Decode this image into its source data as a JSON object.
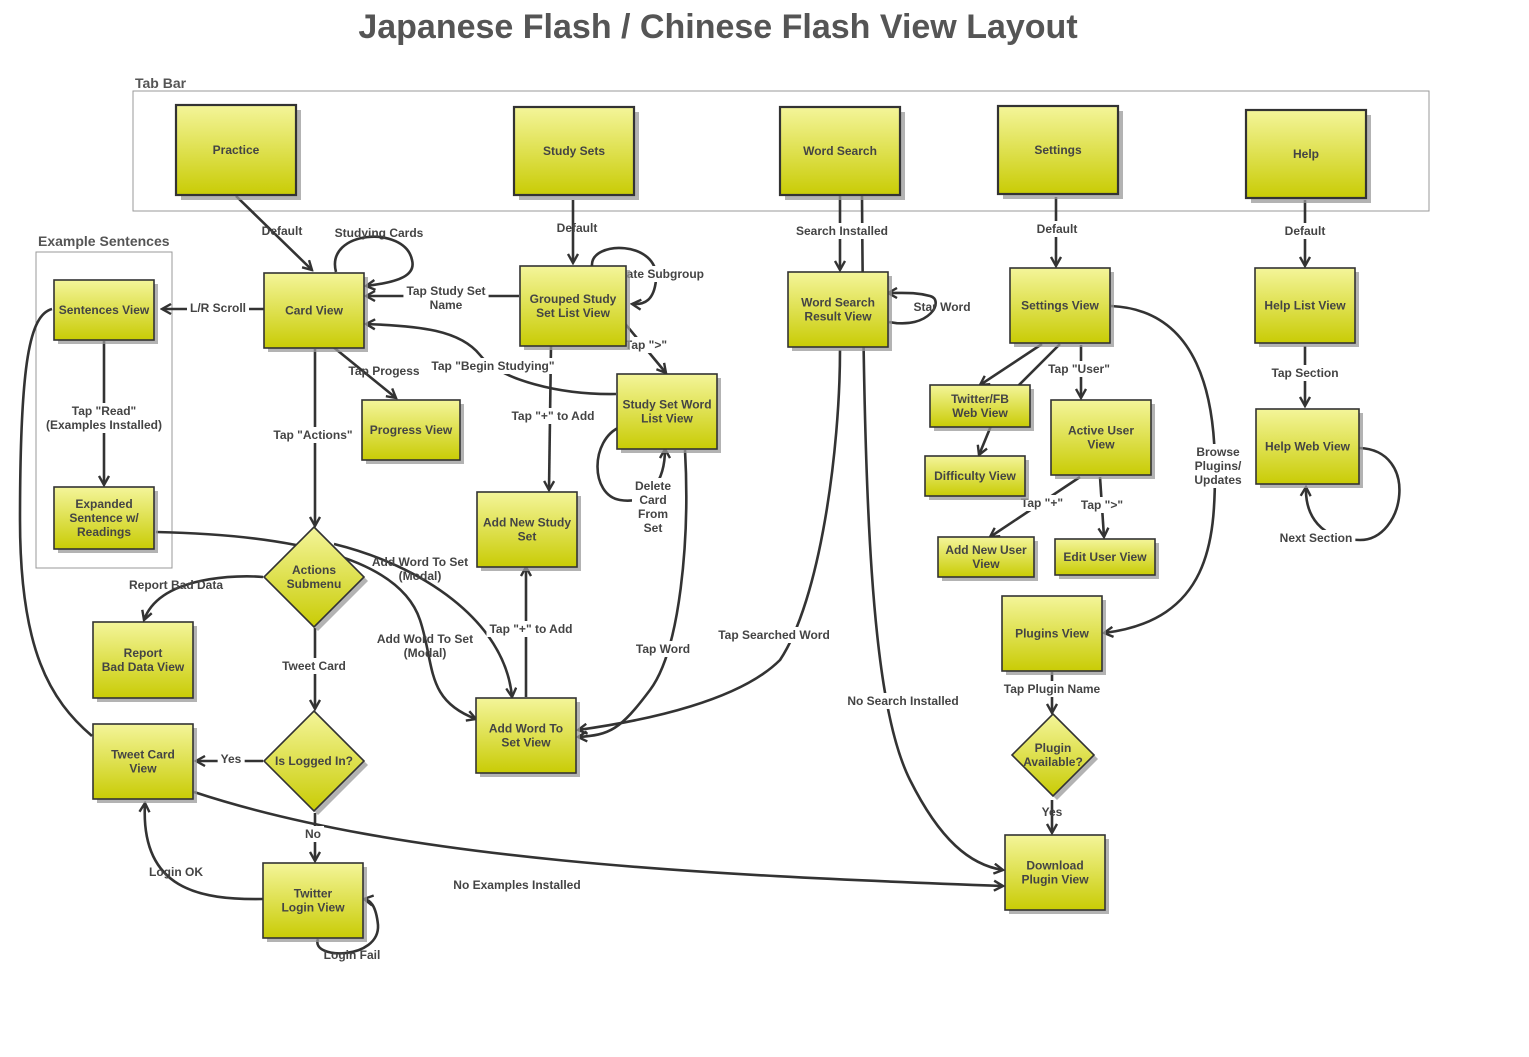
{
  "title": "Japanese Flash / Chinese Flash View Layout",
  "groups": {
    "tab_bar": "Tab Bar",
    "example_sentences": "Example Sentences"
  },
  "colors": {
    "node_fill_top": "#f4f59a",
    "node_fill_bottom": "#c9cc05",
    "node_border": "#333333",
    "shadow": "#999999",
    "text": "#444444",
    "title": "#555555"
  },
  "nodes": {
    "practice": [
      "Practice"
    ],
    "study_sets": [
      "Study Sets"
    ],
    "word_search": [
      "Word Search"
    ],
    "settings": [
      "Settings"
    ],
    "help": [
      "Help"
    ],
    "sentences_view": [
      "Sentences View"
    ],
    "card_view": [
      "Card View"
    ],
    "expanded_sentence": [
      "Expanded",
      "Sentence w/",
      "Readings"
    ],
    "progress_view": [
      "Progress View"
    ],
    "actions_submenu": [
      "Actions",
      "Submenu"
    ],
    "report_bad_data": [
      "Report",
      "Bad Data View"
    ],
    "is_logged_in": [
      "Is Logged In?"
    ],
    "tweet_card": [
      "Tweet Card",
      "View"
    ],
    "twitter_login": [
      "Twitter",
      "Login View"
    ],
    "grouped_study": [
      "Grouped Study",
      "Set List View"
    ],
    "study_set_word": [
      "Study Set Word",
      "List View"
    ],
    "add_new_study_set": [
      "Add New Study",
      "Set"
    ],
    "add_word_to_set": [
      "Add Word To",
      "Set View"
    ],
    "word_search_result": [
      "Word Search",
      "Result View"
    ],
    "settings_view": [
      "Settings View"
    ],
    "twitter_fb": [
      "Twitter/FB",
      "Web View"
    ],
    "difficulty": [
      "Difficulty View"
    ],
    "active_user": [
      "Active User",
      "View"
    ],
    "add_new_user": [
      "Add New User",
      "View"
    ],
    "edit_user": [
      "Edit User View"
    ],
    "plugins_view": [
      "Plugins View"
    ],
    "plugin_available": [
      "Plugin",
      "Available?"
    ],
    "download_plugin": [
      "Download",
      "Plugin View"
    ],
    "help_list": [
      "Help List View"
    ],
    "help_web": [
      "Help Web View"
    ]
  },
  "edge_labels": {
    "default_practice": [
      "Default"
    ],
    "studying_cards": [
      "Studying Cards"
    ],
    "lr_scroll": [
      "L/R Scroll"
    ],
    "tap_read": [
      "Tap \"Read\"",
      "(Examples Installed)"
    ],
    "tap_progess": [
      "Tap Progess"
    ],
    "tap_actions": [
      "Tap \"Actions\""
    ],
    "report_bad_data": [
      "Report Bad Data"
    ],
    "add_word_modal_1": [
      "Add Word To Set",
      "(Modal)"
    ],
    "add_word_modal_2": [
      "Add Word To Set",
      "(Modal)"
    ],
    "tweet_card": [
      "Tweet Card"
    ],
    "yes_tweet": [
      "Yes"
    ],
    "no_login": [
      "No"
    ],
    "login_ok": [
      "Login OK"
    ],
    "login_fail": [
      "Login Fail"
    ],
    "no_examples": [
      "No Examples Installed"
    ],
    "default_study": [
      "Default"
    ],
    "navigate_subgroup": [
      "Navigate Subgroup"
    ],
    "tap_study_set_name": [
      "Tap Study Set",
      "Name"
    ],
    "tap_gt": [
      "Tap \">\""
    ],
    "tap_begin_studying": [
      "Tap \"Begin Studying\""
    ],
    "tap_plus_add_1": [
      "Tap \"+\" to Add"
    ],
    "tap_plus_add_2": [
      "Tap \"+\" to Add"
    ],
    "delete_card": [
      "Delete",
      "Card",
      "From",
      "Set"
    ],
    "tap_word": [
      "Tap Word"
    ],
    "search_installed": [
      "Search Installed"
    ],
    "star_word": [
      "Star Word"
    ],
    "tap_searched_word": [
      "Tap Searched Word"
    ],
    "no_search_installed": [
      "No Search Installed"
    ],
    "default_settings": [
      "Default"
    ],
    "tap_user": [
      "Tap \"User\""
    ],
    "tap_plus_user": [
      "Tap \"+\""
    ],
    "tap_gt_user": [
      "Tap \">\""
    ],
    "browse_plugins": [
      "Browse",
      "Plugins/",
      "Updates"
    ],
    "tap_plugin_name": [
      "Tap Plugin Name"
    ],
    "yes_plugin": [
      "Yes"
    ],
    "default_help": [
      "Default"
    ],
    "tap_section": [
      "Tap Section"
    ],
    "next_section": [
      "Next Section"
    ]
  }
}
